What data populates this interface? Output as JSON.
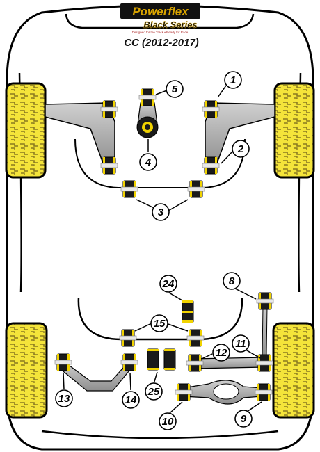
{
  "brand": {
    "name": "Powerflex",
    "series": "Black Series",
    "tagline": "Designed for the Track • Ready for Race",
    "colors": {
      "gold": "#d9a400",
      "black": "#111111"
    }
  },
  "model": "CC (2012-2017)",
  "callouts": [
    "1",
    "2",
    "3",
    "4",
    "5",
    "8",
    "9",
    "10",
    "11",
    "12",
    "13",
    "14",
    "15",
    "24",
    "25"
  ],
  "colors": {
    "bush_yellow": "#f1d300",
    "bush_black": "#1a1a1a",
    "tyre_fill": "#f4e43a",
    "tyre_pattern": "#8a7a20",
    "arm_grey": "#a8a8a8",
    "outline": "#000000"
  },
  "icons": [
    "tyre-icon",
    "bush-icon",
    "arm-icon",
    "anti-roll-bar-icon"
  ]
}
